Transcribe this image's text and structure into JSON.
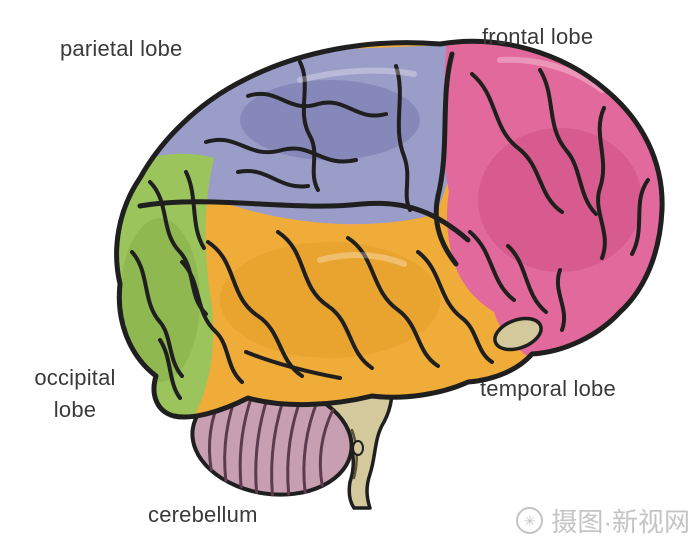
{
  "diagram": {
    "labels": {
      "parietal": "parietal lobe",
      "frontal": "frontal lobe",
      "occipital": "occipital lobe",
      "temporal": "temporal lobe",
      "cerebellum": "cerebellum"
    },
    "colors": {
      "frontal": "#e2699b",
      "parietal": "#9a9dc8",
      "occipital": "#9cc45c",
      "temporal": "#f0ac38",
      "cerebellum": "#c79fb0",
      "brainstem": "#d4c99c",
      "outline": "#1f1f1f"
    }
  },
  "watermark": {
    "logo_glyph": "✳",
    "text": "摄图·新视网"
  }
}
